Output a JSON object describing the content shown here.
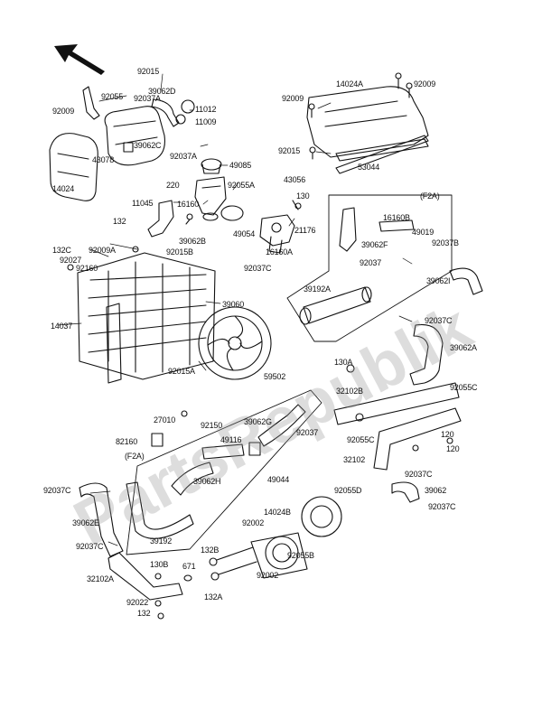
{
  "watermark": "PartsRepublik",
  "labels": {
    "l_92015a": "92015",
    "l_92055a": "92055",
    "l_39062d": "39062D",
    "l_92037a1": "92037A",
    "l_11012": "11012",
    "l_92009a": "92009",
    "l_11009": "11009",
    "l_39062c": "39062C",
    "l_43078": "43078",
    "l_92037a2": "92037A",
    "l_49085": "49085",
    "l_14024a": "14024",
    "l_220": "220",
    "l_92055b": "92055A",
    "l_11045": "11045",
    "l_16160": "16160",
    "l_132a": "132",
    "l_49054": "49054",
    "l_16160a": "16160A",
    "l_43056": "43056",
    "l_130a": "130",
    "l_21176": "21176",
    "l_14024A": "14024A",
    "l_92009b": "92009",
    "l_92009c": "92009",
    "l_92015b": "92015",
    "l_53044": "53044",
    "l_f2a1": "(F2A)",
    "l_16160b": "16160B",
    "l_49019": "49019",
    "l_39062f": "39062F",
    "l_92037b": "92037B",
    "l_92037c1": "92037",
    "l_39062i": "39062I",
    "l_39192a": "39192A",
    "l_92037c2": "92037C",
    "l_39062a": "39062A",
    "l_132c": "132C",
    "l_92009A": "92009A",
    "l_92027": "92027",
    "l_92015B": "92015B",
    "l_92160": "92160",
    "l_39062b": "39062B",
    "l_92037C": "92037C",
    "l_39060": "39060",
    "l_14037": "14037",
    "l_92015A": "92015A",
    "l_59502": "59502",
    "l_130A": "130A",
    "l_32102b": "32102B",
    "l_92055c": "92055C",
    "l_27010": "27010",
    "l_92150": "92150",
    "l_39062g": "39062G",
    "l_92037d": "92037",
    "l_92055C": "92055C",
    "l_120a": "120",
    "l_120b": "120",
    "l_82160": "82160",
    "l_f2a2": "(F2A)",
    "l_49116": "49116",
    "l_32102": "32102",
    "l_92037e": "92037C",
    "l_39062h": "39062",
    "l_92037f": "92037C",
    "l_39062e": "39062E",
    "l_39062j": "39062H",
    "l_49044": "49044",
    "l_92055d": "92055D",
    "l_14024b": "14024B",
    "l_92002a": "92002",
    "l_39192": "39192",
    "l_92037g": "92037C",
    "l_132b": "132B",
    "l_92055e": "92055B",
    "l_92002b": "92002",
    "l_130b": "130B",
    "l_671": "671",
    "l_32102a": "32102A",
    "l_92022": "92022",
    "l_132A": "132A",
    "l_132d": "132"
  }
}
